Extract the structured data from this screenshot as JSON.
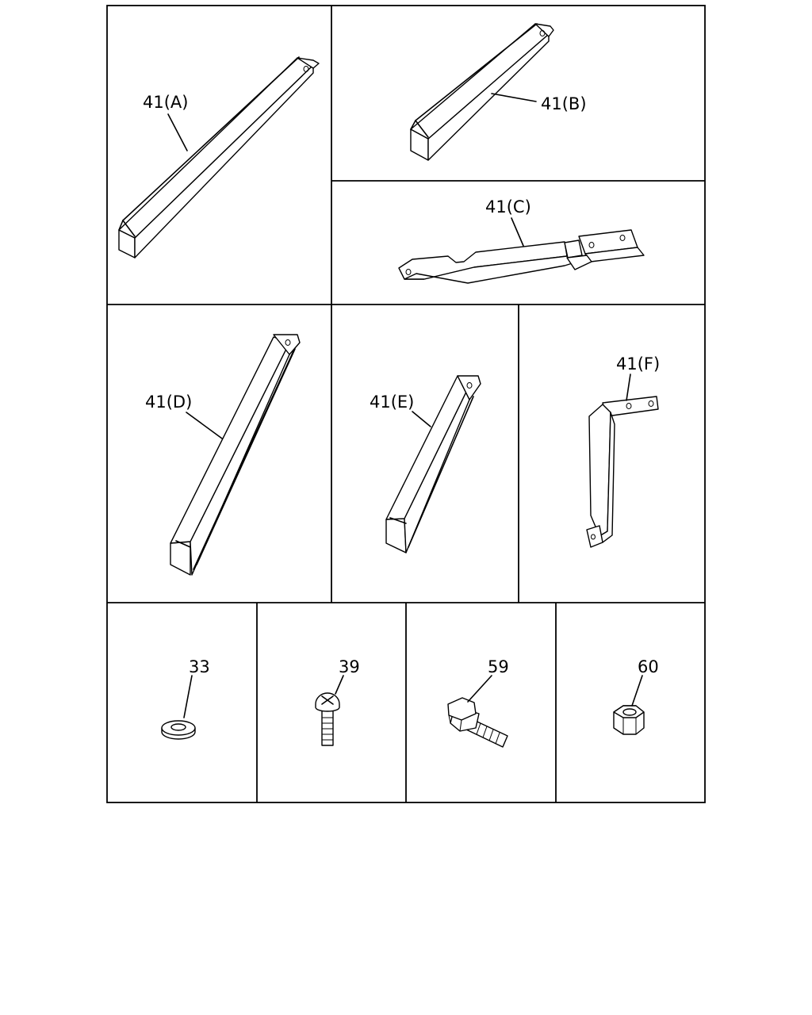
{
  "labels": {
    "part_a": "41(A)",
    "part_b": "41(B)",
    "part_c": "41(C)",
    "part_d": "41(D)",
    "part_e": "41(E)",
    "part_f": "41(F)",
    "washer": "33",
    "screw": "39",
    "bolt": "59",
    "nut": "60"
  }
}
